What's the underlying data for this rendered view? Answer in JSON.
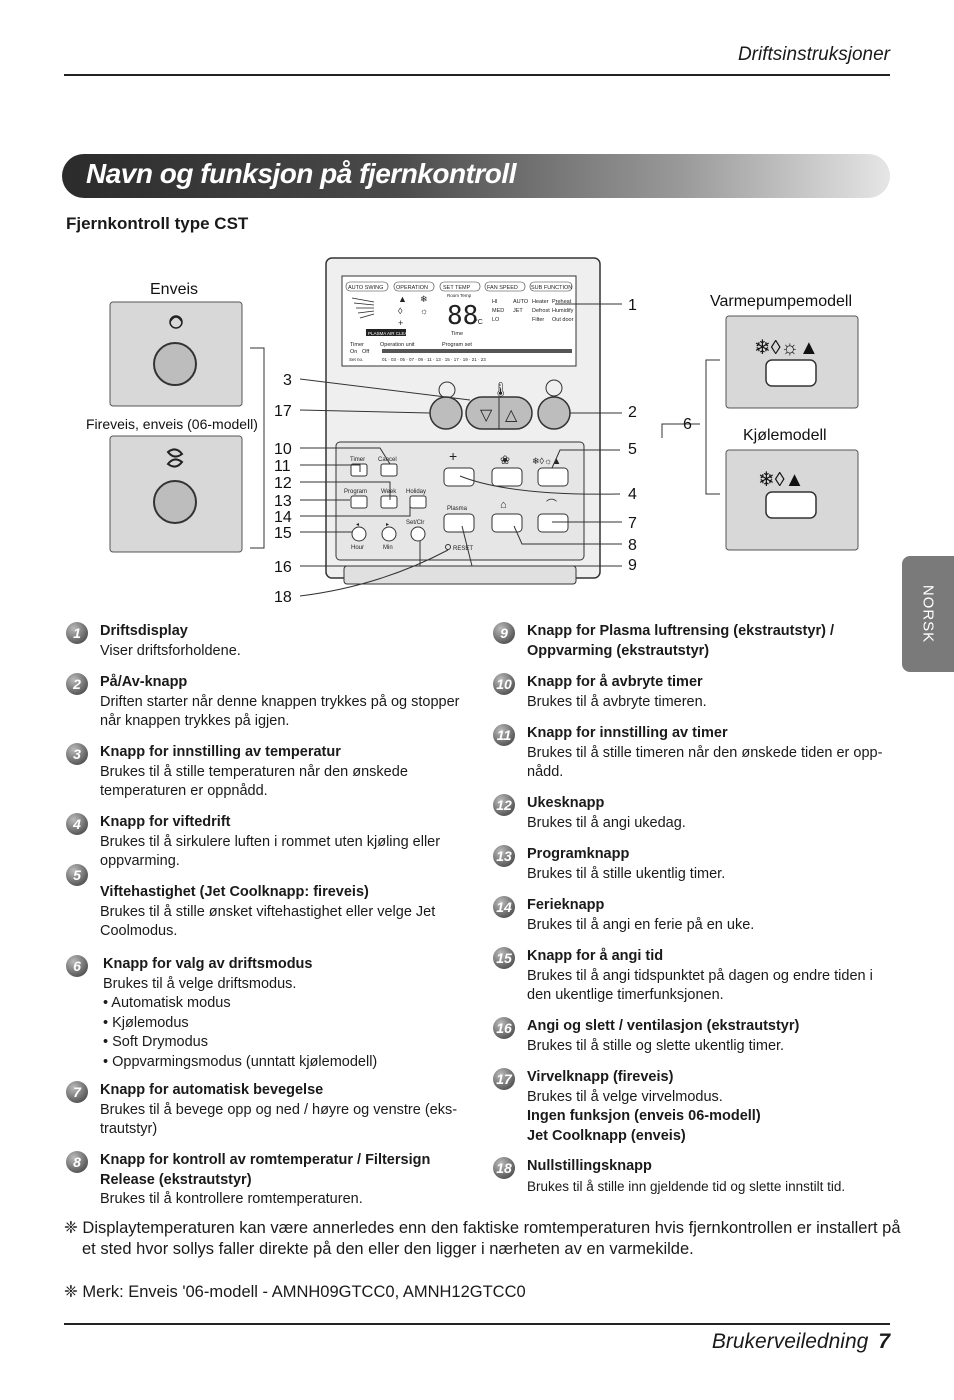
{
  "header": {
    "section": "Driftsinstruksjoner"
  },
  "title": "Navn og funksjon på fjernkontroll",
  "subtitle": "Fjernkontroll type CST",
  "side_tab": "NORSK",
  "diagram": {
    "left_top_label": "Enveis",
    "left_bottom_label": "Fireveis, enveis (06-modell)",
    "right_top_label": "Varmepumpemodell",
    "right_bottom_label": "Kjølemodell",
    "display_labels": [
      "AUTO SWING",
      "OPERATION",
      "SET TEMP",
      "FAN SPEED",
      "SUB FUNCTION"
    ],
    "display_small": [
      "Room Temp",
      "HI",
      "AUTO",
      "MED",
      "JET",
      "LO",
      "Heater",
      "Preheat",
      "Defrost",
      "Humidify",
      "Filter",
      "Out door",
      "PLASMA AIR CLEAN",
      "Time",
      "Timer",
      "Operation unit",
      "Program set",
      "On",
      "Off",
      "Set no.",
      "01 · 03 · 05 · 07 · 09 · 11 · 13 · 15 · 17 · 19 · 21 · 23"
    ],
    "digits": "88",
    "degree": "°C",
    "panel_buttons": [
      "Timer",
      "Cancel",
      "Program",
      "Week",
      "Holiday",
      "Set/Clr",
      "Hour",
      "Min",
      "Plasma",
      "RESET"
    ],
    "callouts": [
      "1",
      "2",
      "3",
      "4",
      "5",
      "6",
      "7",
      "8",
      "9",
      "10",
      "11",
      "12",
      "13",
      "14",
      "15",
      "16",
      "17",
      "18"
    ]
  },
  "items_left": [
    {
      "num": "1",
      "title": "Driftsdisplay",
      "desc": [
        "Viser driftsforholdene."
      ]
    },
    {
      "num": "2",
      "title": "På/Av-knapp",
      "desc": [
        "Driften starter når denne knappen trykkes på og stopper",
        "når knappen trykkes på igjen."
      ]
    },
    {
      "num": "3",
      "title": "Knapp for innstilling av temperatur",
      "desc": [
        "Brukes til å stille temperaturen når den ønskede",
        "temperaturen er oppnådd."
      ]
    },
    {
      "num": "4",
      "title": "Knapp for viftedrift",
      "desc": [
        "Brukes til å sirkulere luften i rommet uten kjøling eller",
        "oppvarming."
      ]
    },
    {
      "num": "5",
      "title": "Viftehastighet (Jet Coolknapp: fireveis)",
      "desc": [
        "Brukes til å stille ønsket viftehastighet eller velge Jet",
        "Coolmodus."
      ]
    },
    {
      "num": "6",
      "title": "Knapp for valg av driftsmodus",
      "desc": [
        "Brukes til å velge driftsmodus.",
        "• Automatisk modus",
        "• Kjølemodus",
        "• Soft Drymodus",
        "• Oppvarmingsmodus (unntatt kjølemodell)"
      ]
    },
    {
      "num": "7",
      "title": "Knapp for automatisk bevegelse",
      "desc": [
        "Brukes til å bevege opp og ned / høyre og venstre (eks-",
        "trautstyr)"
      ]
    },
    {
      "num": "8",
      "title": "Knapp for kontroll av romtemperatur / Filtersign Release (ekstrautstyr)",
      "desc": [
        "Brukes til å kontrollere romtemperaturen."
      ]
    }
  ],
  "items_right": [
    {
      "num": "9",
      "title": "Knapp for Plasma luftrensing (ekstrautstyr) / Oppvarming (ekstrautstyr)",
      "desc": []
    },
    {
      "num": "10",
      "title": "Knapp for å avbryte timer",
      "desc": [
        "Brukes til å avbryte timeren."
      ]
    },
    {
      "num": "11",
      "title": "Knapp for innstilling av timer",
      "desc": [
        "Brukes til å stille timeren når den ønskede tiden er opp-",
        "nådd."
      ]
    },
    {
      "num": "12",
      "title": "Ukesknapp",
      "desc": [
        "Brukes til å angi ukedag."
      ]
    },
    {
      "num": "13",
      "title": "Programknapp",
      "desc": [
        "Brukes til å stille ukentlig timer."
      ]
    },
    {
      "num": "14",
      "title": "Ferieknapp",
      "desc": [
        "Brukes til å angi en ferie på en uke."
      ]
    },
    {
      "num": "15",
      "title": "Knapp for å angi tid",
      "desc": [
        "Brukes til å angi tidspunktet på dagen og endre tiden i",
        "den ukentlige timerfunksjonen."
      ]
    },
    {
      "num": "16",
      "title": "Angi og slett / ventilasjon (ekstrautstyr)",
      "desc": [
        "Brukes til å stille og slette ukentlig timer."
      ]
    },
    {
      "num": "17",
      "title": "Virvelknapp (fireveis)",
      "desc": [
        "Brukes til å velge virvelmodus."
      ],
      "extra": [
        "Ingen funksjon (enveis 06-modell)",
        "Jet Coolknapp (enveis)"
      ]
    },
    {
      "num": "18",
      "title": "Nullstillingsknapp",
      "desc": [
        "Brukes til å stille inn gjeldende tid og slette innstilt tid."
      ]
    }
  ],
  "notes": [
    "❈ Displaytemperaturen kan være annerledes enn den faktiske romtemperaturen hvis fjernkontrollen er installert på et sted hvor sollys faller direkte på den eller den ligger i nærheten av en varmekilde.",
    "❈ Merk: Enveis '06-modell - AMNH09GTCC0, AMNH12GTCC0"
  ],
  "footer": {
    "book": "Brukerveiledning",
    "page": "7"
  }
}
